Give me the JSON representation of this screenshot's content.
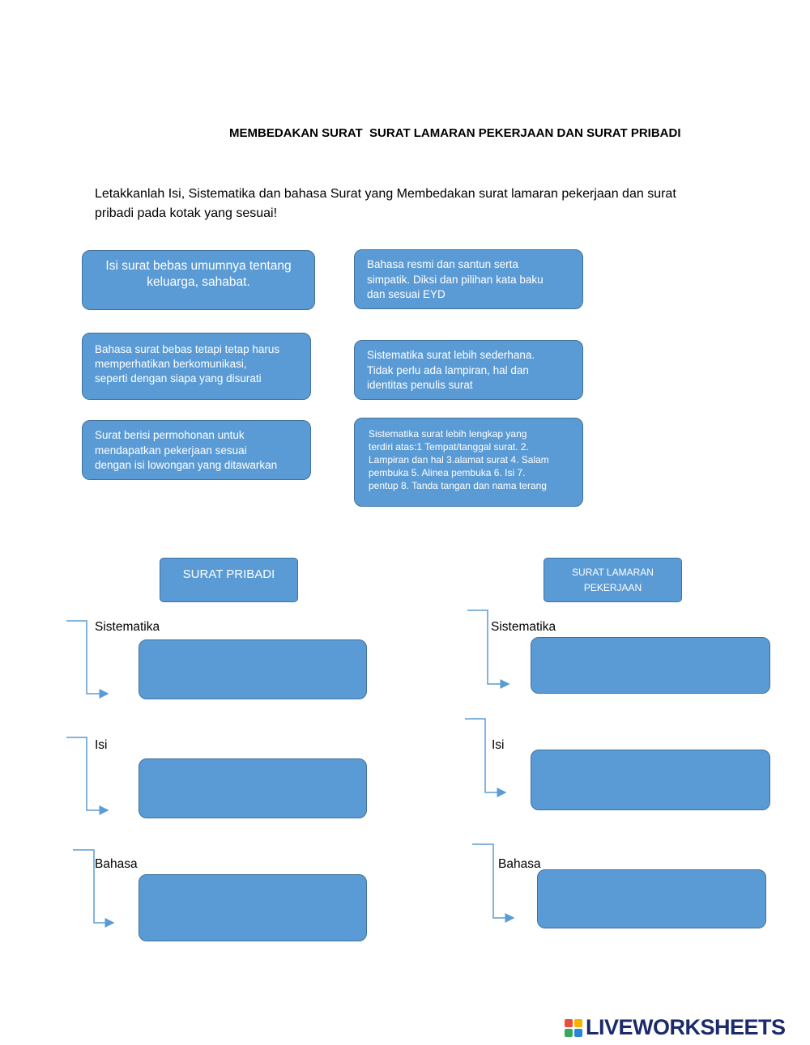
{
  "title": "MEMBEDAKAN SURAT  SURAT LAMARAN PEKERJAAN DAN SURAT PRIBADI",
  "instruction": "Letakkanlah Isi, Sistematika dan bahasa Surat yang Membedakan surat lamaran pekerjaan dan surat\npribadi  pada kotak yang sesuai!",
  "cards": [
    "Isi surat bebas umumnya tentang\nkeluarga, sahabat.",
    "Bahasa resmi dan santun serta\nsimpatik. Diksi  dan pilihan kata baku\ndan sesuai EYD",
    "Bahasa surat bebas tetapi tetap harus\nmemperhatikan berkomunikasi,\nseperti dengan siapa yang disurati",
    "Sistematika surat lebih sederhana.\nTidak perlu ada lampiran, hal  dan\nidentitas penulis surat",
    "Surat berisi permohonan untuk\nmendapatkan pekerjaan sesuai\ndengan isi lowongan yang ditawarkan",
    "Sistematika surat lebih lengkap yang\nterdiri atas:1 Tempat/tanggal surat. 2.\nLampiran dan hal 3.alamat surat 4. Salam\npembuka 5. Alinea pembuka 6. Isi 7.\npentup 8. Tanda tangan dan nama terang"
  ],
  "left_column": {
    "header": "SURAT PRIBADI",
    "labels": [
      "Sistematika",
      "Isi",
      "Bahasa"
    ]
  },
  "right_column": {
    "header": "SURAT LAMARAN\nPEKERJAAN",
    "labels": [
      "Sistematika",
      "Isi",
      "Bahasa"
    ]
  },
  "colors": {
    "box_fill": "#5b9bd5",
    "box_border": "#41719c",
    "connector": "#5b9bd5",
    "logo_text": "#1b2a6b"
  },
  "icons": [
    "arrow-connector-icon",
    "liveworksheets-logo-icon"
  ],
  "logo_text": "LIVEWORKSHEETS"
}
